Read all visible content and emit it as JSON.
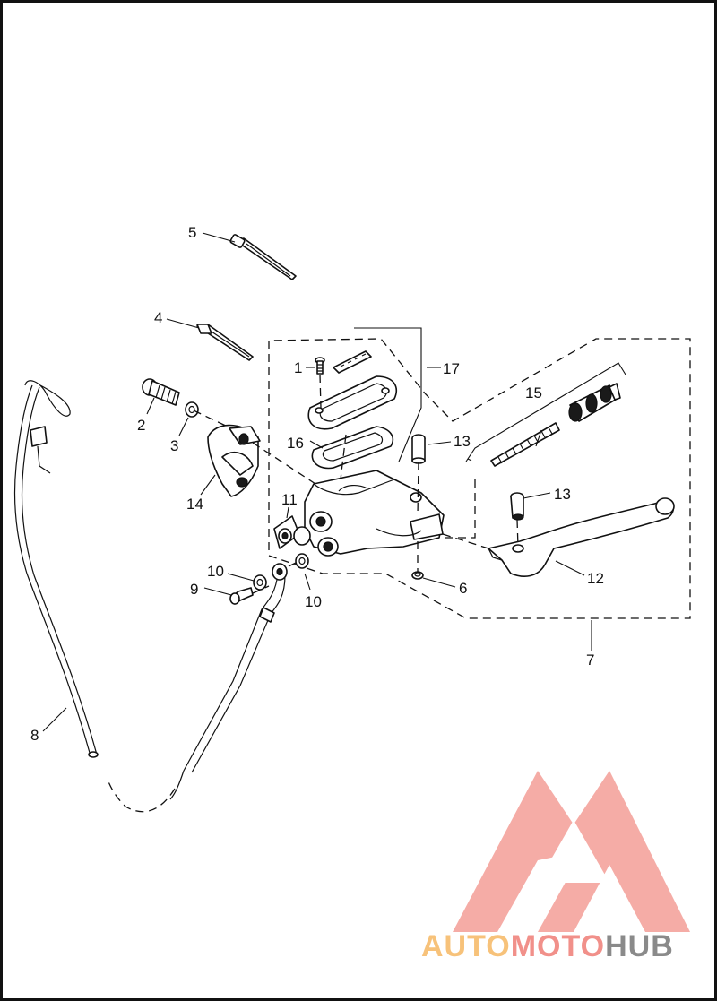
{
  "callouts": {
    "c1": "1",
    "c2": "2",
    "c3": "3",
    "c4": "4",
    "c5": "5",
    "c6": "6",
    "c7": "7",
    "c8": "8",
    "c9": "9",
    "c10a": "10",
    "c10b": "10",
    "c11": "11",
    "c12": "12",
    "c13a": "13",
    "c13b": "13",
    "c14": "14",
    "c15": "15",
    "c16": "16",
    "c17": "17"
  },
  "watermark": {
    "part1": "AUTO",
    "part2": "MOTO",
    "part3": "HUB",
    "color_auto": "#f7c27a",
    "color_moto": "#f1908a",
    "color_hub": "#8a8a8a",
    "logo_color": "#f4a39c"
  }
}
